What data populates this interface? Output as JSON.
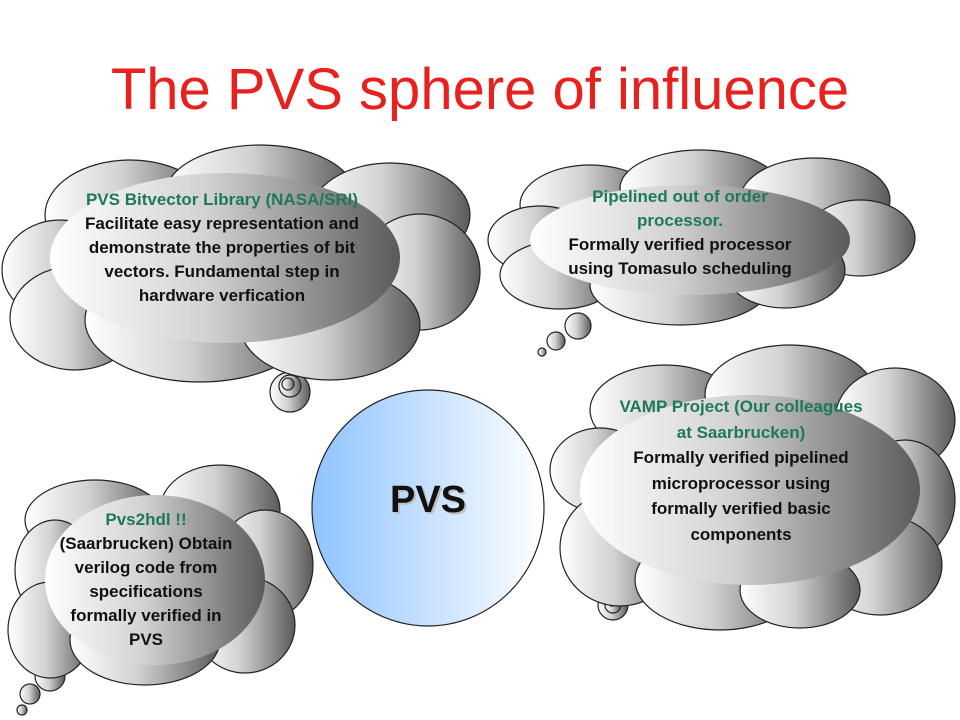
{
  "slide": {
    "title": "The PVS sphere of influence"
  },
  "center": {
    "label": "PVS",
    "fill_start": "#8fc3ff",
    "fill_end": "#ffffff"
  },
  "clouds": {
    "bitvector": {
      "head": "PVS Bitvector Library (NASA/SRI)",
      "body": "Facilitate easy representation and demonstrate the properties of bit vectors. Fundamental step in hardware verfication"
    },
    "pipelined": {
      "head": "Pipelined out of order processor.",
      "body": "Formally verified processor using Tomasulo scheduling"
    },
    "vamp": {
      "head": "VAMP Project (Our colleagues at Saarbrucken)",
      "body": "Formally verified pipelined microprocessor using formally verified basic components"
    },
    "pvs2hdl": {
      "head": "Pvs2hdl !!",
      "body": "(Saarbrucken) Obtain verilog code from specifications formally verified in PVS"
    }
  },
  "colors": {
    "title": "#e8201e",
    "cloud_heading": "#1e7a55",
    "cloud_body": "#111111",
    "cloud_light": "#ffffff",
    "cloud_dark": "#5a5a5a"
  }
}
